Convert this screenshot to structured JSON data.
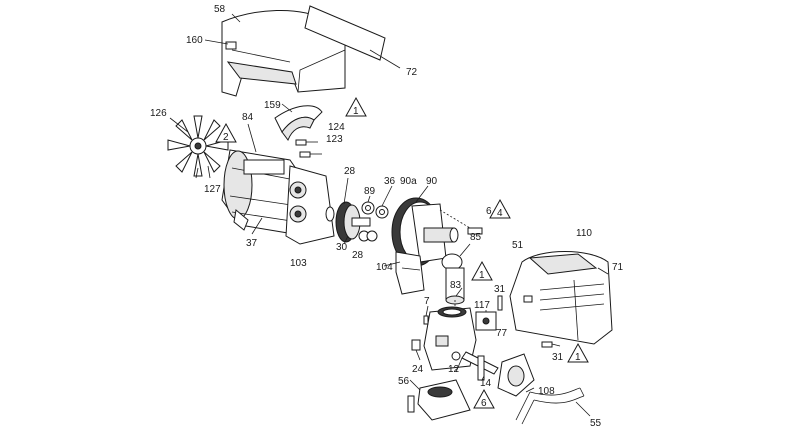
{
  "callouts": {
    "c58": "58",
    "c160": "160",
    "c72": "72",
    "c159": "159",
    "c124": "124",
    "c123": "123",
    "c126": "126",
    "c84": "84",
    "c127": "127",
    "c28a": "28",
    "c89": "89",
    "c36": "36",
    "c90a": "90a",
    "c90": "90",
    "c6": "6",
    "c37": "37",
    "c30": "30",
    "c28b": "28",
    "c103": "103",
    "c104": "104",
    "c85": "85",
    "c110": "110",
    "c51": "51",
    "c71": "71",
    "c83": "83",
    "c31a": "31",
    "c7": "7",
    "c117": "117",
    "c77": "77",
    "c31b": "31",
    "c24": "24",
    "c12": "12",
    "c56": "56",
    "c14": "14",
    "c108": "108",
    "c55": "55"
  },
  "notes": {
    "n1a": "1",
    "n2": "2",
    "n4": "4",
    "n1b": "1",
    "n1c": "1",
    "n6": "6"
  }
}
